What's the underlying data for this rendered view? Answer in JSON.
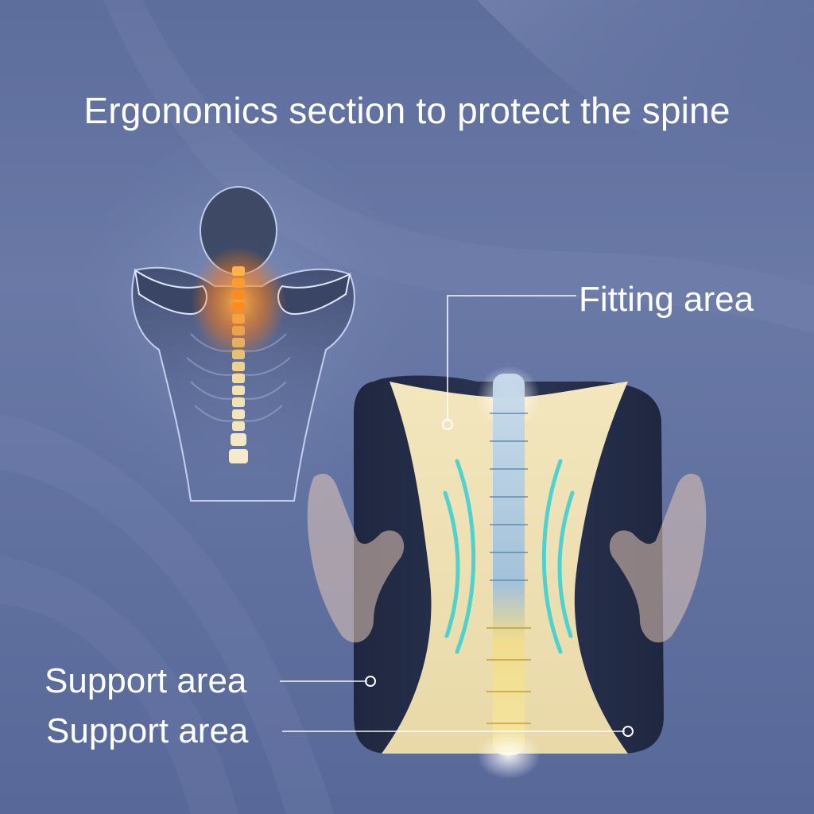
{
  "headline": "Ergonomics section to protect the spine",
  "labels": {
    "fitting_area": "Fitting area",
    "support_area_upper": "Support area",
    "support_area_lower": "Support area"
  },
  "colors": {
    "background": "#6373a1",
    "cushion_dark": "#232c47",
    "cushion_cream": "#efe1b6",
    "spine_upper": "#a9c7df",
    "spine_lower": "#f1dd8a",
    "spine_glow_orange": "#ff8a1e",
    "motion_arcs": "#33d0d6"
  },
  "icons": [
    "human-back-pain-illustration",
    "spine-illustration",
    "hand-left",
    "hand-right",
    "lumbar-cushion"
  ]
}
